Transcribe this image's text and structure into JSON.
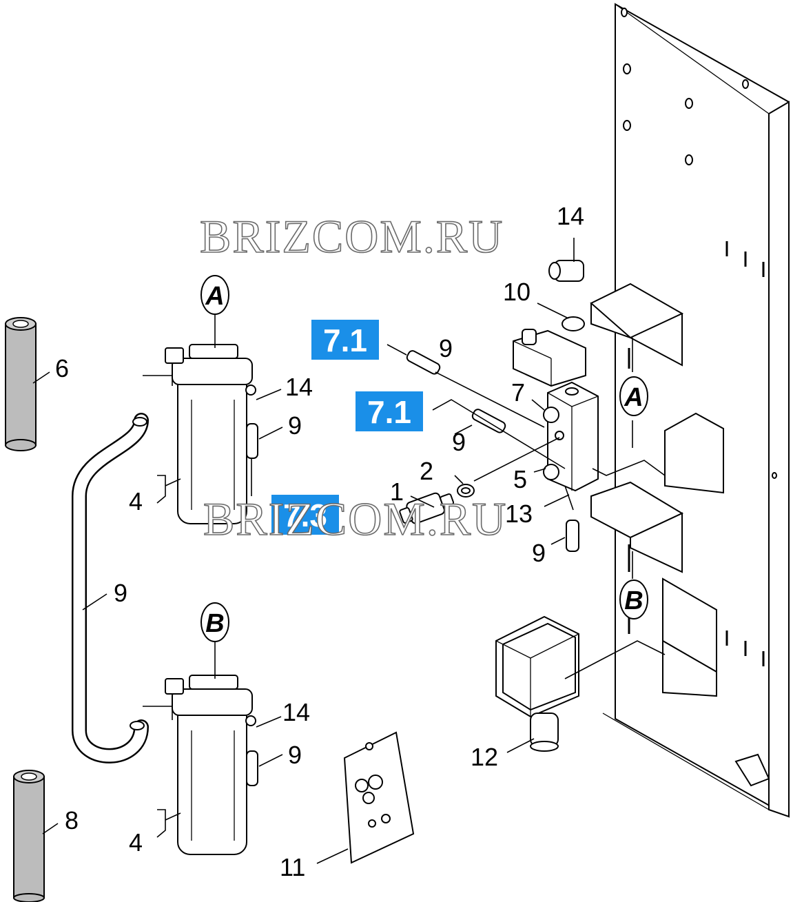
{
  "watermark": "BRIZCOM.RU",
  "colors": {
    "ref_box": "#1a8fe8",
    "line": "#000000",
    "tube": "#bcbcbc",
    "watermark_outline": "#6a6a6a"
  },
  "section_markers": {
    "a": "A",
    "b": "B"
  },
  "ref_boxes": [
    {
      "id": "ref-7-1-top",
      "text": "7.1"
    },
    {
      "id": "ref-7-1-mid",
      "text": "7.1"
    },
    {
      "id": "ref-7-3",
      "text": "7.3"
    }
  ],
  "callouts": {
    "c1": "1",
    "c2": "2",
    "c4a": "4",
    "c4b": "4",
    "c5": "5",
    "c6": "6",
    "c7": "7",
    "c8": "8",
    "c9a": "9",
    "c9b": "9",
    "c9c": "9",
    "c9d": "9",
    "c9e": "9",
    "c9f": "9",
    "c10": "10",
    "c11": "11",
    "c12": "12",
    "c13": "13",
    "c14a": "14",
    "c14b": "14",
    "c14c": "14"
  }
}
